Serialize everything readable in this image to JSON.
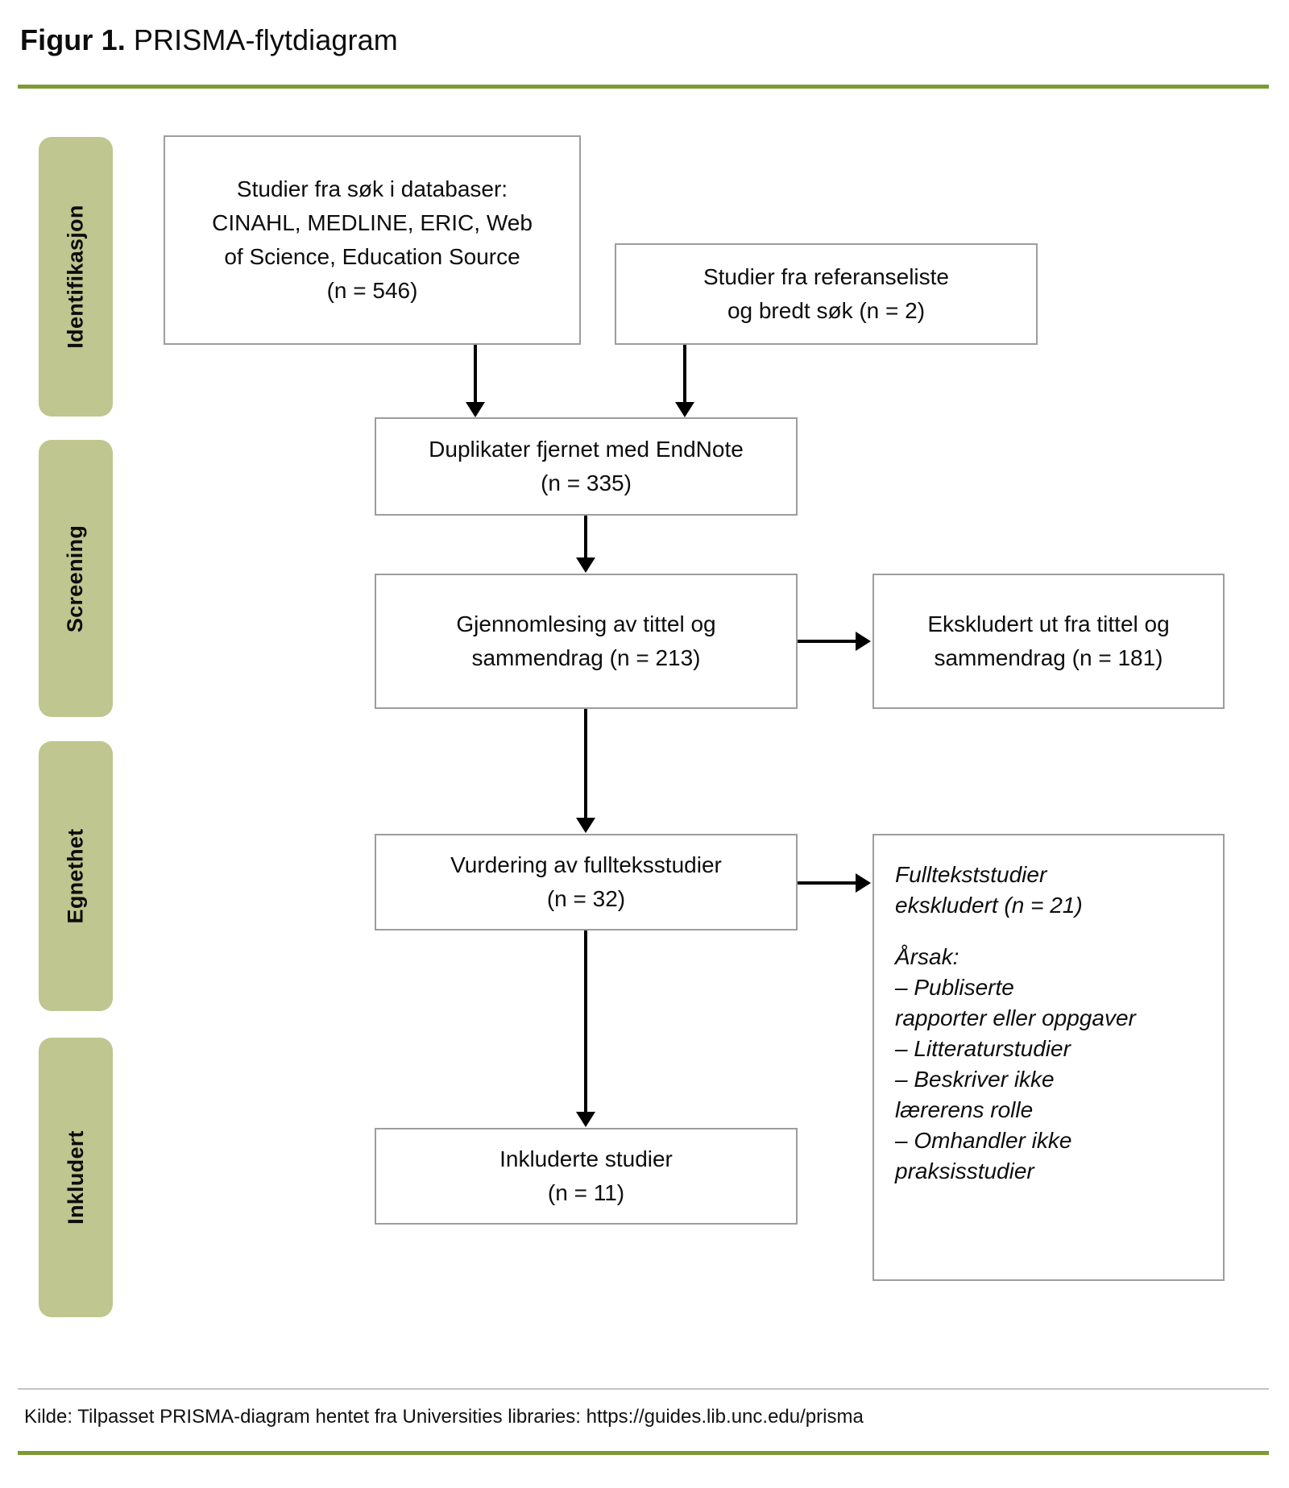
{
  "figure": {
    "label": "Figur 1.",
    "title": "PRISMA-flytdiagram"
  },
  "source": {
    "text": "Kilde: Tilpasset PRISMA-diagram hentet fra Universities libraries: https://guides.lib.unc.edu/prisma"
  },
  "colors": {
    "accent_rule": "#7d9b32",
    "stage_tab": "#bfc68f",
    "box_border": "#9d9d9d",
    "connector": "#000000"
  },
  "stages": [
    {
      "label": "Identifikasjon"
    },
    {
      "label": "Screening"
    },
    {
      "label": "Egnethet"
    },
    {
      "label": "Inkludert"
    }
  ],
  "chart_data": {
    "type": "diagram",
    "title": "PRISMA-flytdiagram",
    "nodes": [
      {
        "id": "db-search",
        "stage": "Identifikasjon",
        "n": 546,
        "lines": [
          "Studier fra søk i databaser:",
          "CINAHL, MEDLINE, ERIC, Web",
          "of Science, Education Source",
          "(n = 546)"
        ]
      },
      {
        "id": "other-sources",
        "stage": "Identifikasjon",
        "n": 2,
        "lines": [
          "Studier fra referanseliste",
          "og bredt søk (n = 2)"
        ]
      },
      {
        "id": "duplicates",
        "stage": "Screening",
        "n": 335,
        "lines": [
          "Duplikater fjernet med EndNote",
          "(n = 335)"
        ]
      },
      {
        "id": "screened",
        "stage": "Screening",
        "n": 213,
        "lines": [
          "Gjennomlesing av tittel og",
          "sammendrag (n = 213)"
        ]
      },
      {
        "id": "excluded-title",
        "stage": "Screening",
        "n": 181,
        "lines": [
          "Ekskludert ut fra tittel og",
          "sammendrag (n = 181)"
        ]
      },
      {
        "id": "fulltext-assess",
        "stage": "Egnethet",
        "n": 32,
        "lines": [
          "Vurdering av fullteksstudier",
          "(n = 32)"
        ]
      },
      {
        "id": "fulltext-excl",
        "stage": "Egnethet",
        "n": 21,
        "lines": [
          "Fulltekststudier",
          "ekskludert (n = 21)"
        ],
        "reasons_heading": "Årsak:",
        "reasons": [
          "– Publiserte",
          "rapporter eller oppgaver",
          "– Litteraturstudier",
          "– Beskriver ikke",
          "lærerens rolle",
          "– Omhandler ikke",
          "praksisstudier"
        ]
      },
      {
        "id": "included",
        "stage": "Inkludert",
        "n": 11,
        "lines": [
          "Inkluderte studier",
          "(n = 11)"
        ]
      }
    ],
    "edges": [
      {
        "from": "db-search",
        "to": "duplicates",
        "dir": "down"
      },
      {
        "from": "other-sources",
        "to": "duplicates",
        "dir": "down"
      },
      {
        "from": "duplicates",
        "to": "screened",
        "dir": "down"
      },
      {
        "from": "screened",
        "to": "excluded-title",
        "dir": "right"
      },
      {
        "from": "screened",
        "to": "fulltext-assess",
        "dir": "down"
      },
      {
        "from": "fulltext-assess",
        "to": "fulltext-excl",
        "dir": "right"
      },
      {
        "from": "fulltext-assess",
        "to": "included",
        "dir": "down"
      }
    ]
  },
  "boxes": {
    "db_search": {
      "l1": "Studier fra søk i databaser:",
      "l2": "CINAHL, MEDLINE, ERIC, Web",
      "l3": "of Science, Education Source",
      "l4": "(n = 546)"
    },
    "other_sources": {
      "l1": "Studier fra referanseliste",
      "l2": "og bredt søk (n = 2)"
    },
    "duplicates": {
      "l1": "Duplikater fjernet med EndNote",
      "l2": "(n = 335)"
    },
    "screened": {
      "l1": "Gjennomlesing av tittel og",
      "l2": "sammendrag (n = 213)"
    },
    "excluded_title": {
      "l1": "Ekskludert ut fra tittel og",
      "l2": "sammendrag (n = 181)"
    },
    "fulltext_assess": {
      "l1": "Vurdering av fullteksstudier",
      "l2": "(n = 32)"
    },
    "fulltext_excluded": {
      "l1": "Fulltekststudier",
      "l2": "ekskludert (n = 21)",
      "heading": "Årsak:",
      "r1": "– Publiserte",
      "r2": "rapporter eller oppgaver",
      "r3": "– Litteraturstudier",
      "r4": "– Beskriver ikke",
      "r5": "lærerens rolle",
      "r6": "– Omhandler ikke",
      "r7": "praksisstudier"
    },
    "included": {
      "l1": "Inkluderte studier",
      "l2": "(n = 11)"
    }
  }
}
